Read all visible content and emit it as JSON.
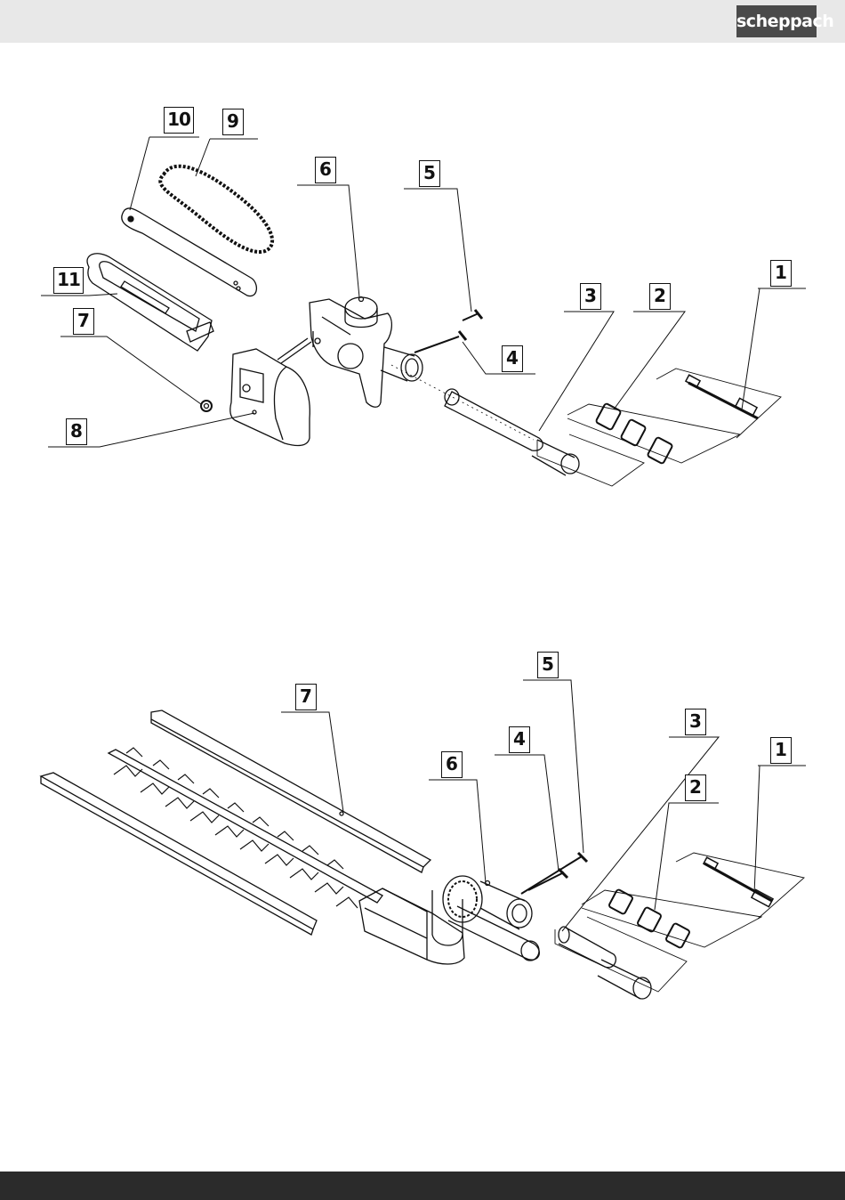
{
  "brand": {
    "logo_text": "scheppach"
  },
  "colors": {
    "header": "#e8e8e8",
    "logo_bg": "#4a4a4a",
    "footer": "#2b2b2b",
    "line": "#111111"
  },
  "chainsaw_diagram": {
    "callouts": [
      "10",
      "9",
      "6",
      "5",
      "11",
      "3",
      "2",
      "1",
      "7",
      "4",
      "8"
    ]
  },
  "hedge_trimmer_diagram": {
    "callouts": [
      "5",
      "7",
      "4",
      "3",
      "6",
      "1",
      "2"
    ]
  }
}
